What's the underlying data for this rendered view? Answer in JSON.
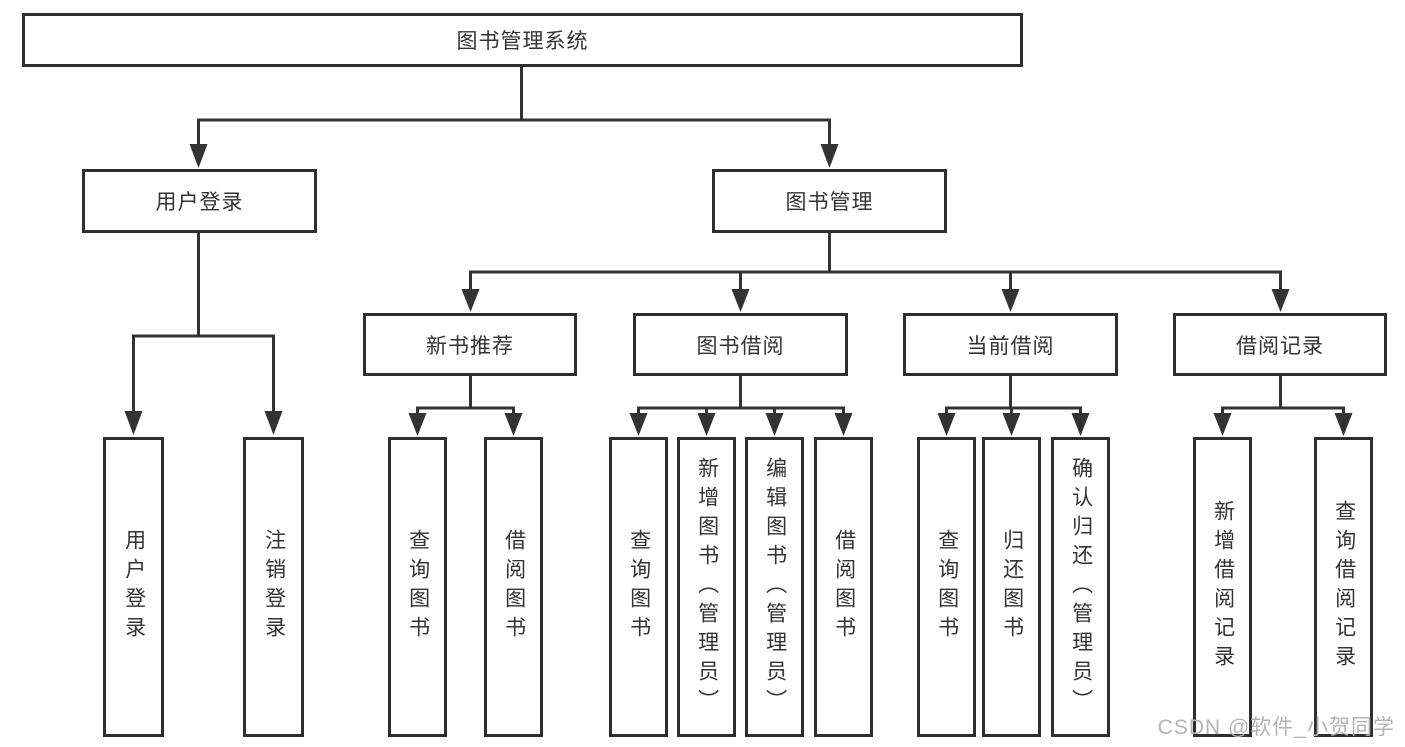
{
  "diagram": {
    "title": "图书管理系统",
    "level2": {
      "user_login": "用户登录",
      "book_management": "图书管理"
    },
    "level3": {
      "new_book_recommend": "新书推荐",
      "book_borrow": "图书借阅",
      "current_borrow": "当前借阅",
      "borrow_records": "借阅记录"
    },
    "leaves": {
      "user_login": "用户登录",
      "logout": "注销登录",
      "rec_query_book": "查询图书",
      "rec_borrow_book": "借阅图书",
      "bb_query_book": "查询图书",
      "bb_add_book": "新增图书（管理员）",
      "bb_edit_book": "编辑图书（管理员）",
      "bb_borrow_book": "借阅图书",
      "cb_query_book": "查询图书",
      "cb_return_book": "归还图书",
      "cb_confirm_return": "确认归还（管理员）",
      "br_add_record": "新增借阅记录",
      "br_query_record": "查询借阅记录"
    }
  },
  "watermark": "CSDN @软件_小贺同学",
  "colors": {
    "line": "#333333",
    "box_border": "#2e2e2e",
    "text": "#333333",
    "watermark": "#b3b3b3",
    "background": "#ffffff"
  }
}
